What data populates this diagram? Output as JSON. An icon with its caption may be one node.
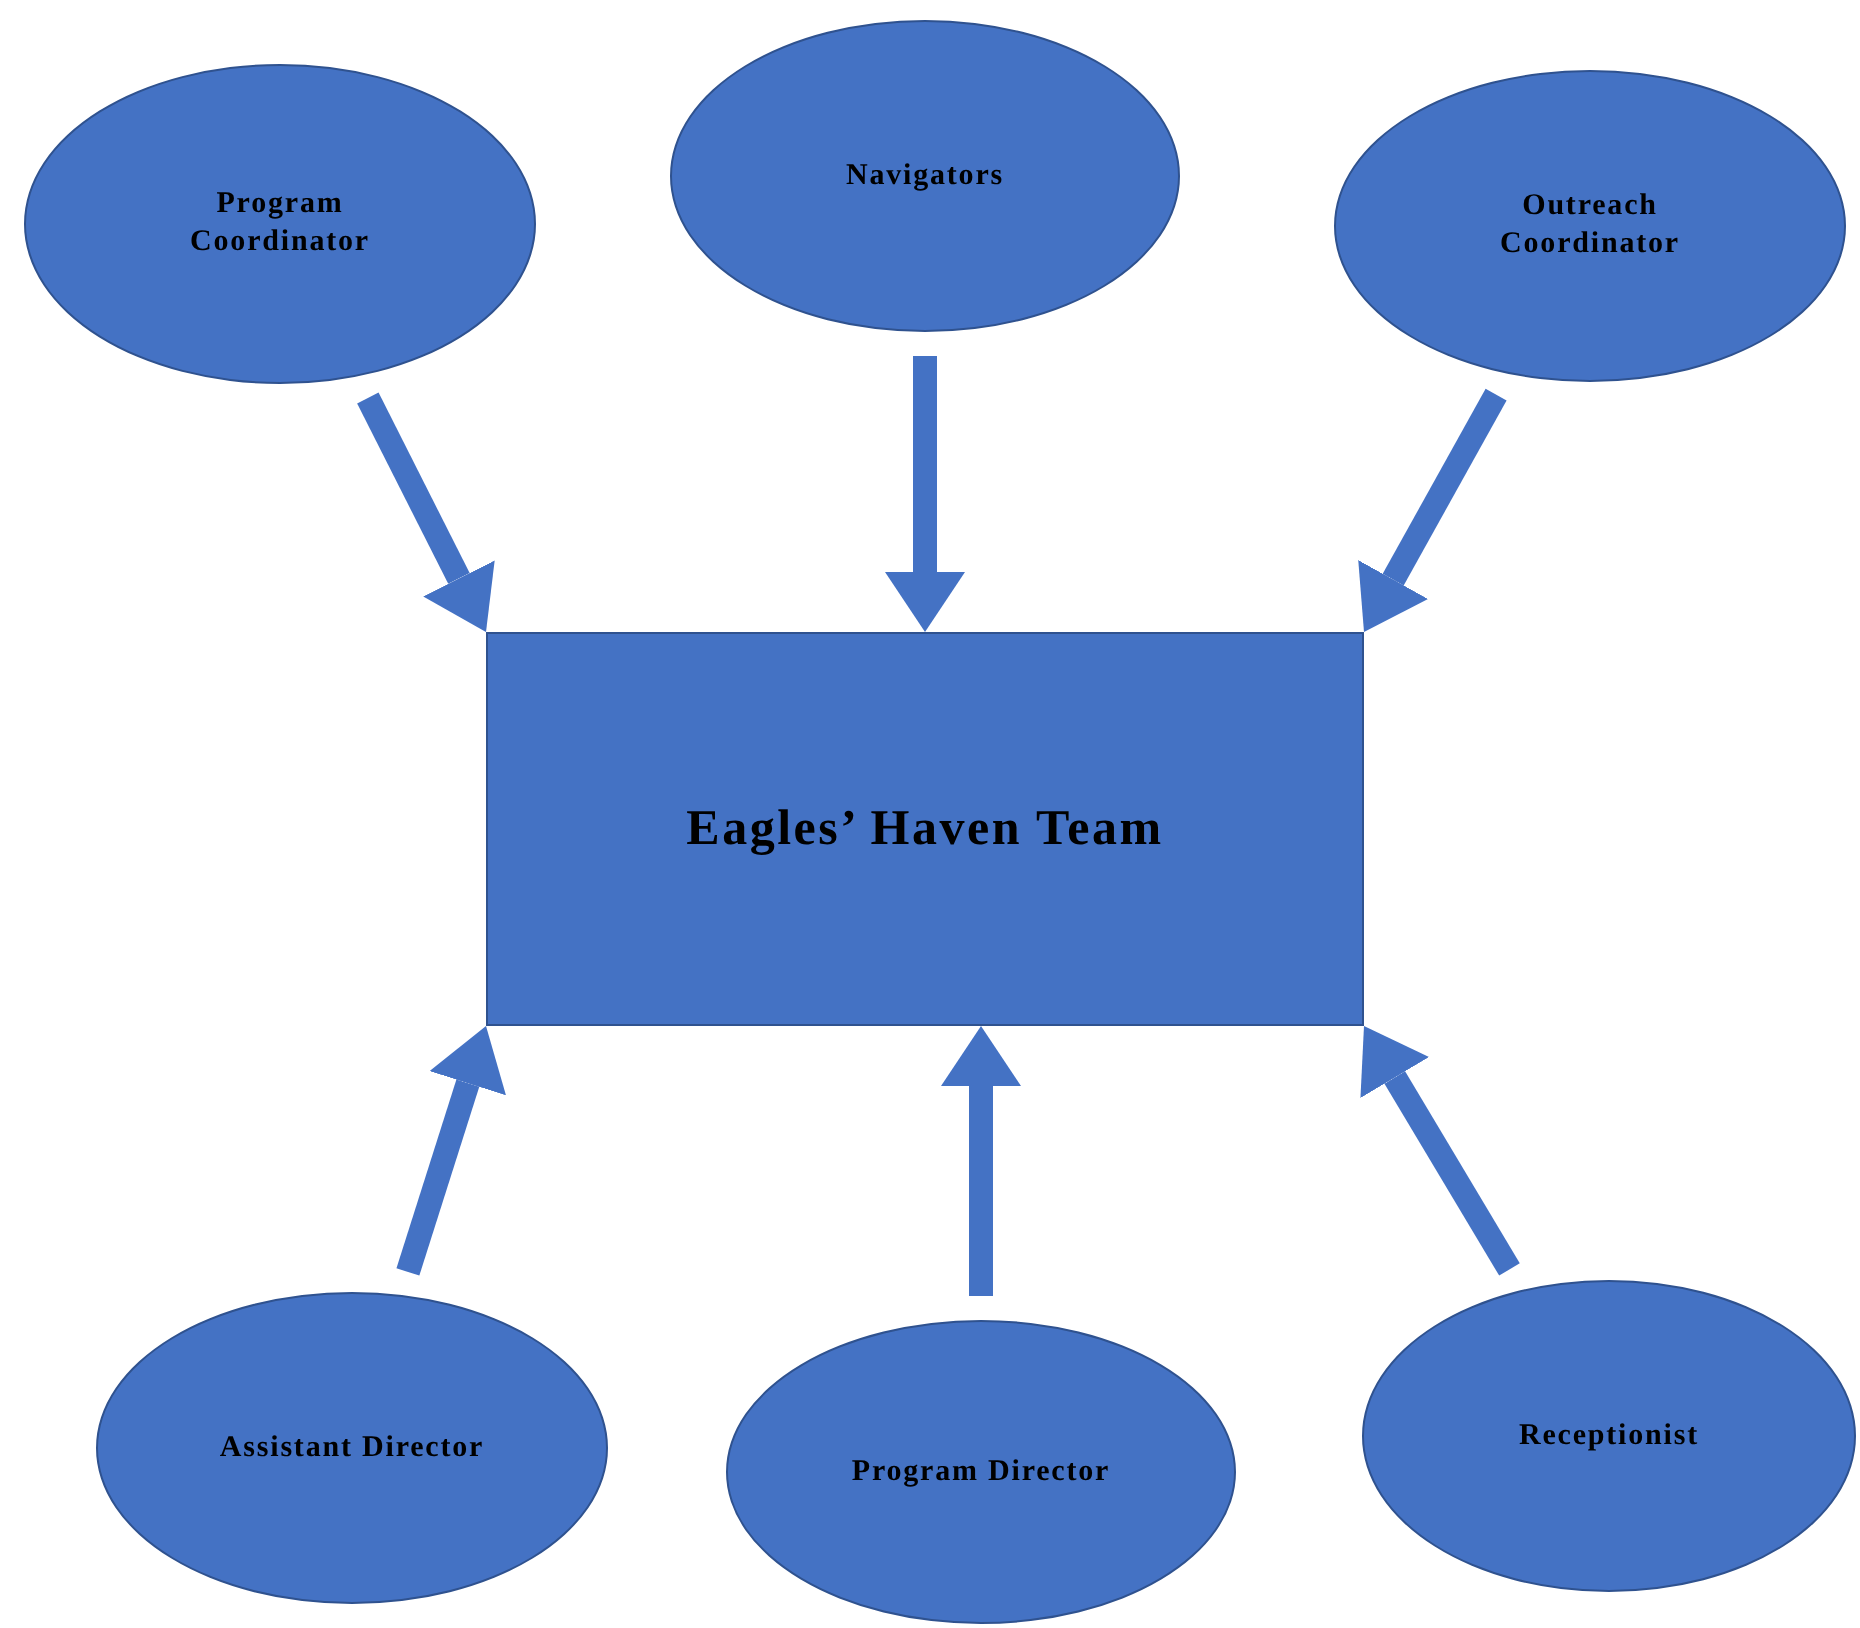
{
  "diagram": {
    "nodes": [
      {
        "text": [
          "Program Coordinator"
        ]
      },
      {
        "text": [
          "Navigators"
        ]
      },
      {
        "text": [
          "Outreach Coordinator"
        ]
      },
      {
        "text": [
          "Eagles’ Haven Team"
        ]
      },
      {
        "text": [
          "Assistant Director"
        ]
      },
      {
        "text": [
          "Program Director"
        ]
      },
      {
        "text": [
          "Receptionist"
        ]
      }
    ],
    "edges": [
      {
        "from": 0,
        "to": 3,
        "arrow": "to"
      },
      {
        "from": 1,
        "to": 3,
        "arrow": "to"
      },
      {
        "from": 2,
        "to": 3,
        "arrow": "to"
      },
      {
        "from": 4,
        "to": 3,
        "arrow": "to"
      },
      {
        "from": 5,
        "to": 3,
        "arrow": "to"
      },
      {
        "from": 6,
        "to": 3,
        "arrow": "to"
      }
    ]
  }
}
